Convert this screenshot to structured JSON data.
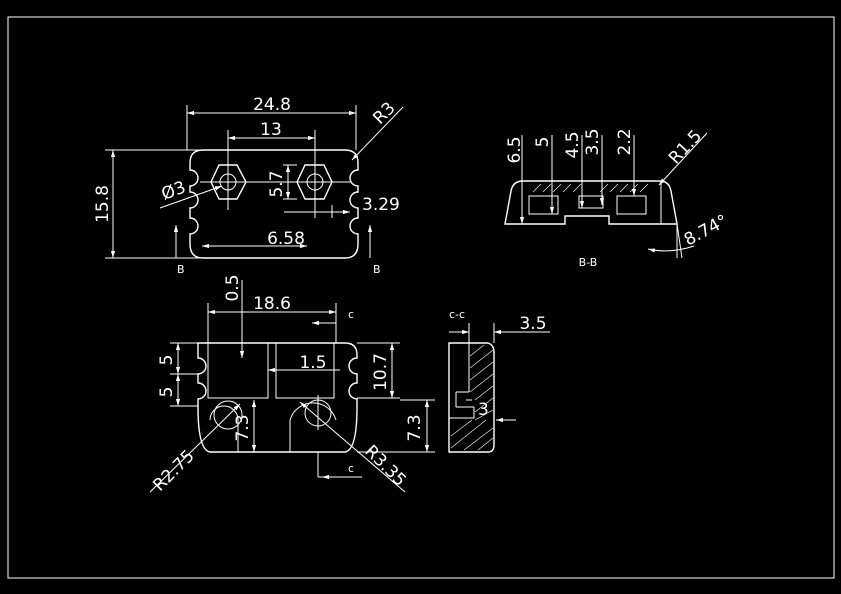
{
  "colors": {
    "background": "#000000",
    "lines": "#ffffff"
  },
  "top_view": {
    "dims": {
      "w_overall": "24.8",
      "w_holes": "13",
      "radius_corner": "R3",
      "height": "15.8",
      "hole_dia": "Ø3",
      "hex_height": "5.7",
      "offset_right": "3.29",
      "offset_left": "6.58"
    },
    "section_marks": {
      "left": "B",
      "right": "B"
    }
  },
  "section_bb": {
    "dims": {
      "d1": "6.5",
      "d2": "5",
      "d3": "4.5",
      "d4": "3.5",
      "d5": "2.2",
      "radius": "R1.5",
      "angle": "8.74°"
    },
    "label": "B-B"
  },
  "front_view": {
    "dims": {
      "top_gap": "0.5",
      "width": "18.6",
      "section_c_top": "c",
      "pitch_upper": "5",
      "pitch_lower": "5",
      "slot_width": "1.5",
      "height": "10.7",
      "left_depth": "7.3",
      "right_depth": "7.3",
      "radius_small": "R2.75",
      "radius_large": "R3.35",
      "section_c_bottom": "c"
    }
  },
  "section_cc": {
    "label": "c-c",
    "dims": {
      "thickness": "3.5",
      "step": "3"
    }
  }
}
